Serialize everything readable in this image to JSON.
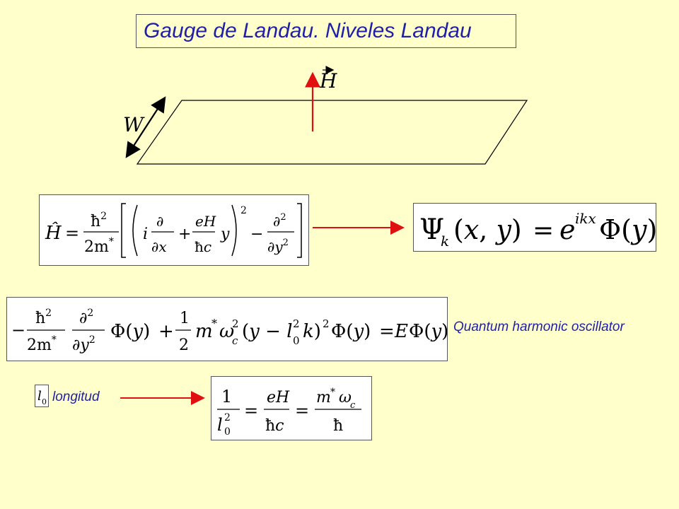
{
  "title": "Gauge de Landau. Niveles Landau",
  "diagram": {
    "h_label": "H",
    "w_label": "W",
    "arrow_color": "#E01010"
  },
  "labels": {
    "oscillator": "Quantum harmonic oscillator",
    "longitud": "longitud",
    "l0_symbol": "l",
    "l0_sub": "0"
  },
  "equations": {
    "hamiltonian": "Ĥ = ħ²/2m* [ (i ∂/∂x + eH/ħc y)² − ∂²/∂y² ]",
    "wavefunction": "Ψk(x,y) = e^{ikx} Φ(y)",
    "schrodinger": "−ħ²/2m* ∂²/∂y² Φ(y) + 1/2 m* ωc² (y − l0² k)² Φ(y) = E Φ(y)",
    "length": "1/l0² = eH/ħc = m* ωc/ħ"
  },
  "colors": {
    "background": "#FFFFCC",
    "title_text": "#1F1FA8",
    "arrow": "#E01010"
  }
}
